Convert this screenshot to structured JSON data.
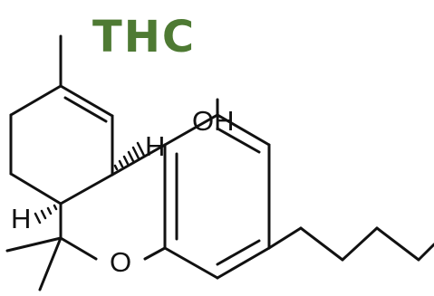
{
  "diagram": {
    "title": "THC",
    "title_color": "#4e7a33",
    "line_color": "#111111",
    "atom_labels": {
      "hydroxyl": "OH",
      "ring_oxygen": "O",
      "hydrogen_upper": "H",
      "hydrogen_lower": "H"
    }
  }
}
